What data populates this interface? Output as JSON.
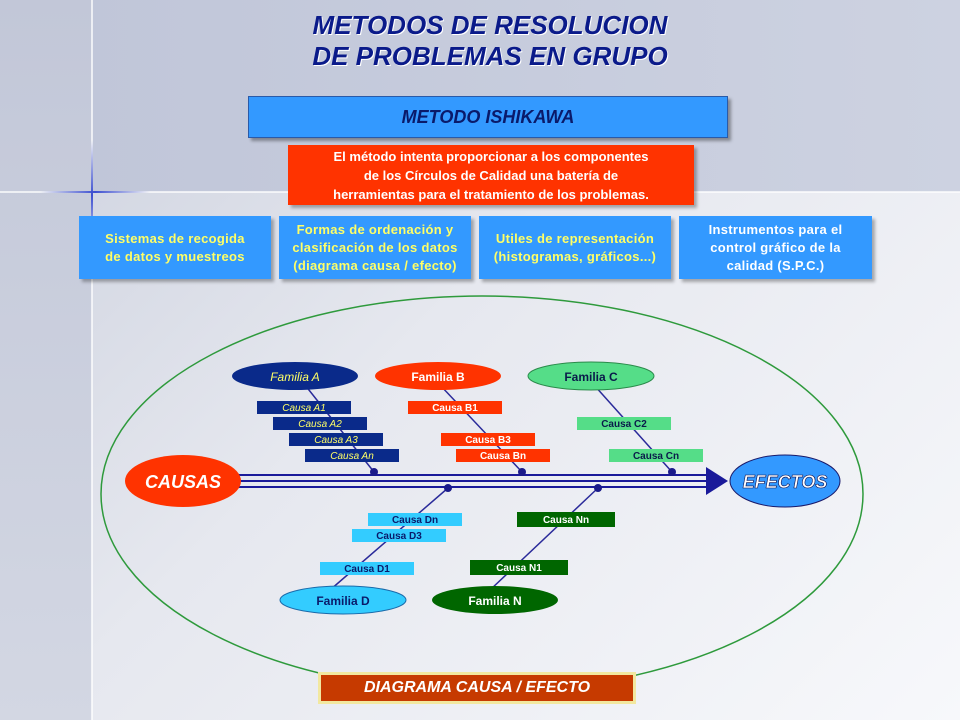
{
  "title": {
    "line1": "METODOS DE RESOLUCION",
    "line2": "DE PROBLEMAS EN GRUPO"
  },
  "method": "METODO ISHIKAWA",
  "description": {
    "line1": "El método intenta proporcionar a los componentes",
    "line2": "de los Círculos de Calidad una batería de",
    "line3": "herramientas para el tratamiento de los problemas."
  },
  "tools": [
    {
      "line1": "Sistemas de recogida",
      "line2": "de datos y muestreos",
      "line3": ""
    },
    {
      "line1": "Formas de ordenación y",
      "line2": "clasificación de los datos",
      "line3": "(diagrama causa / efecto)"
    },
    {
      "line1": "Utiles de representación",
      "line2": "(histogramas, gráficos...)",
      "line3": ""
    },
    {
      "line1": "Instrumentos para el",
      "line2": "control gráfico de la",
      "line3": "calidad (S.P.C.)"
    }
  ],
  "diagram": {
    "causes_label": "CAUSAS",
    "effects_label": "EFECTOS",
    "families": {
      "a": "Familia A",
      "b": "Familia B",
      "c": "Familia C",
      "d": "Familia D",
      "n": "Familia N"
    },
    "causes": {
      "a1": "Causa A1",
      "a2": "Causa A2",
      "a3": "Causa A3",
      "an": "Causa An",
      "b1": "Causa B1",
      "b3": "Causa B3",
      "bn": "Causa Bn",
      "c2": "Causa C2",
      "cn": "Causa Cn",
      "dn": "Causa Dn",
      "d3": "Causa D3",
      "d1": "Causa D1",
      "nn": "Causa Nn",
      "n1": "Causa N1"
    }
  },
  "footer": "DIAGRAMA CAUSA / EFECTO",
  "colors": {
    "title": "#0a1a8a",
    "blue_box": "#3399ff",
    "red_box": "#ff3300",
    "family_a": "#0a2a8a",
    "family_b": "#ff3300",
    "family_c": "#55dd88",
    "family_d": "#33ccff",
    "family_n": "#006600",
    "spine": "#1a1a9a"
  }
}
